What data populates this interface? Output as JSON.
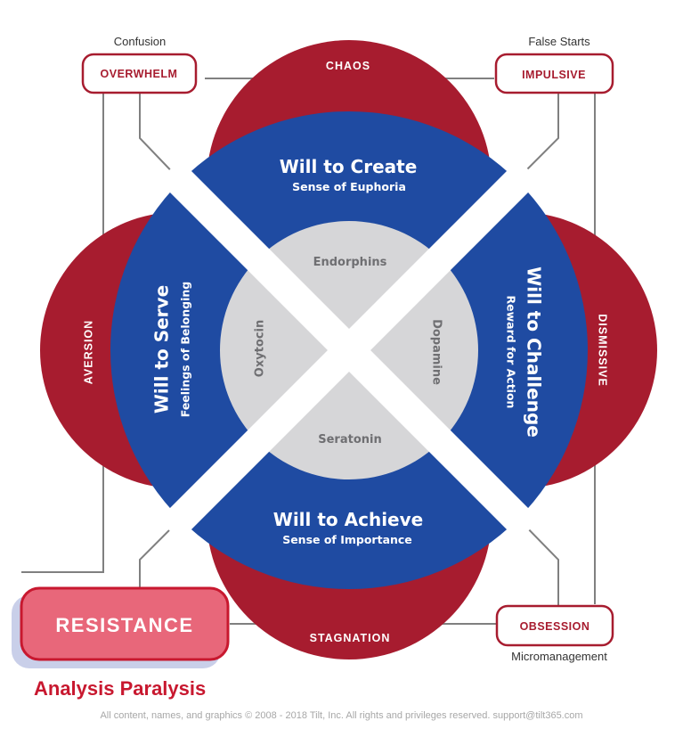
{
  "colors": {
    "red": "#a71c2f",
    "blue": "#1f4ba2",
    "grey": "#d6d6d8",
    "pill_text": "#a71c2f",
    "resistance_fill": "#e8677a",
    "resistance_border": "#c8182f",
    "resistance_shadow": "#c9cfe9",
    "caption_red": "#c8182f",
    "line": "#808080"
  },
  "petals": {
    "top": "CHAOS",
    "right": "DISMISSIVE",
    "bottom": "STAGNATION",
    "left": "AVERSION"
  },
  "quadrants": {
    "top": {
      "title": "Will to Create",
      "subtitle": "Sense of Euphoria"
    },
    "right": {
      "title": "Will to Challenge",
      "subtitle": "Reward for Action"
    },
    "bottom": {
      "title": "Will to Achieve",
      "subtitle": "Sense of Importance"
    },
    "left": {
      "title": "Will to Serve",
      "subtitle": "Feelings of Belonging"
    }
  },
  "center": {
    "top": "Endorphins",
    "right": "Dopamine",
    "bottom": "Seratonin",
    "left": "Oxytocin"
  },
  "corners": {
    "top_left": {
      "caption": "Confusion",
      "pill": "OVERWHELM"
    },
    "top_right": {
      "caption": "False Starts",
      "pill": "IMPULSIVE"
    },
    "bottom_right": {
      "caption": "Micromanagement",
      "pill": "OBSESSION"
    },
    "bottom_left": {
      "caption": "Analysis Paralysis",
      "pill": "RESISTANCE"
    }
  },
  "footer": "All content, names, and graphics © 2008 - 2018 Tilt, Inc. All rights and privileges reserved. support@tilt365.com"
}
